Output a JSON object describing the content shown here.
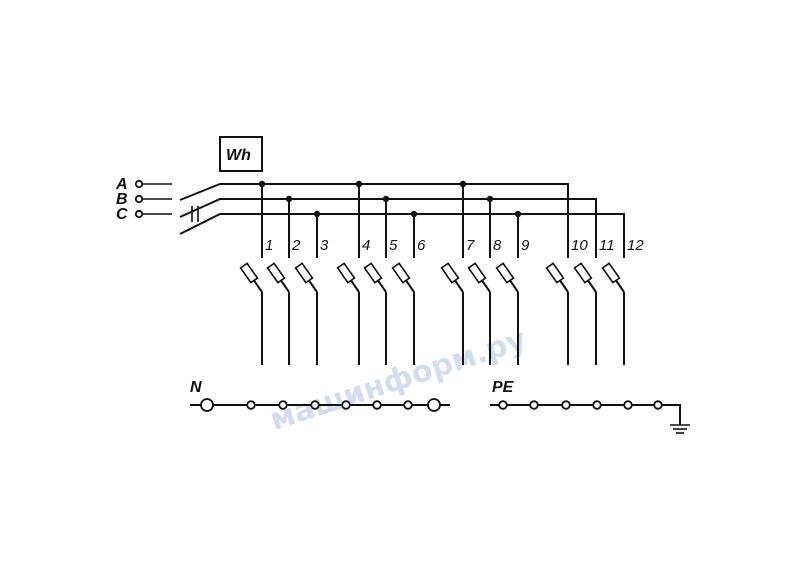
{
  "diagram": {
    "meter_label": "Wh",
    "phase_labels": [
      "A",
      "B",
      "C"
    ],
    "circuit_labels": [
      "1",
      "2",
      "3",
      "4",
      "5",
      "6",
      "7",
      "8",
      "9",
      "10",
      "11",
      "12"
    ],
    "neutral_label": "N",
    "pe_label": "PE",
    "watermark": "машинформ.ру"
  }
}
